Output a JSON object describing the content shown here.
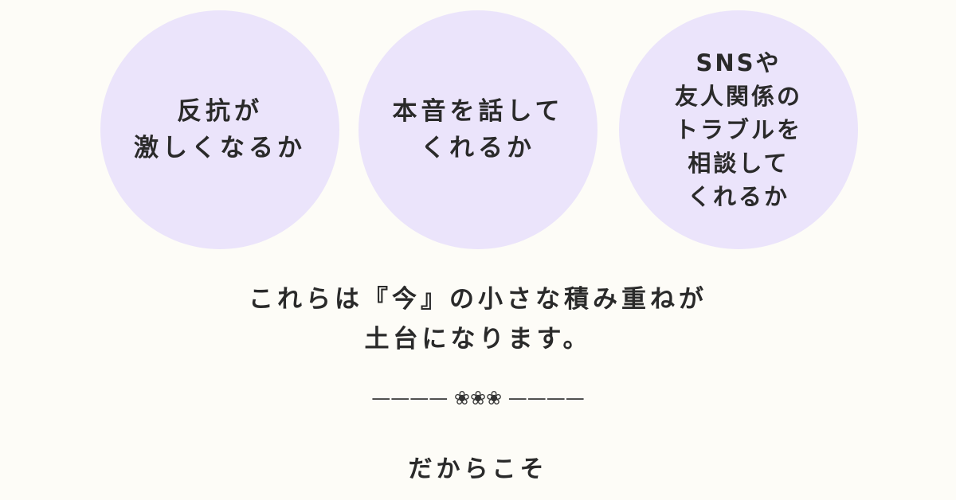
{
  "circles": [
    {
      "text": "反抗が\n激しくなるか"
    },
    {
      "text": "本音を話して\nくれるか"
    },
    {
      "text": "SNSや\n友人関係の\nトラブルを\n相談して\nくれるか"
    }
  ],
  "message": "これらは『今』の小さな積み重ねが\n土台になります。",
  "divider": "———— ❀❀❀ ————",
  "closing": "だからこそ",
  "colors": {
    "background": "#fdfcf7",
    "circle": "#ebe4fb",
    "text": "#2a2a2a"
  }
}
